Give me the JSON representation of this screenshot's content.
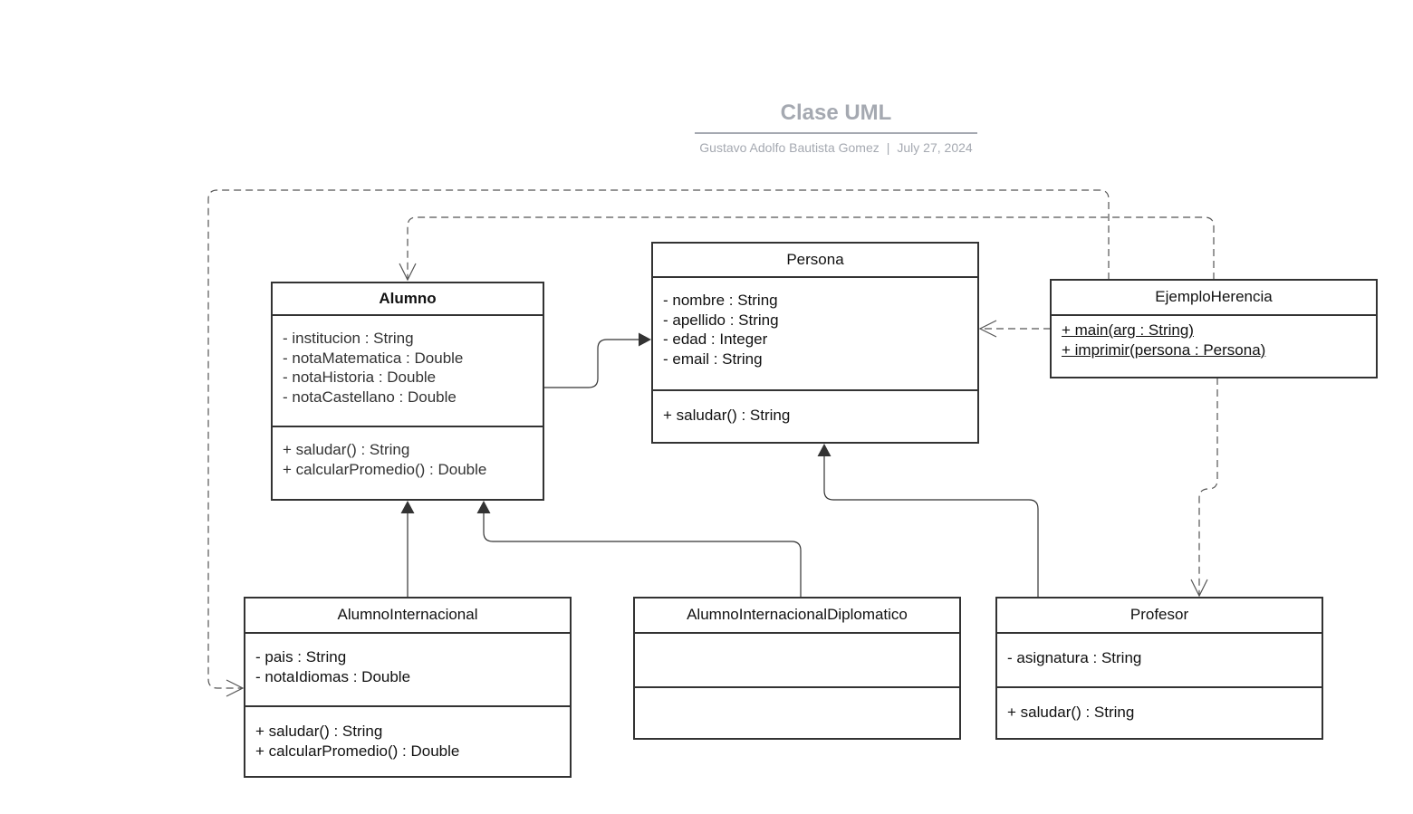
{
  "header": {
    "title": "Clase UML",
    "author": "Gustavo Adolfo Bautista Gomez",
    "separator": "|",
    "date": "July 27, 2024"
  },
  "classes": {
    "alumno": {
      "name": "Alumno",
      "attributes": [
        "- institucion : String",
        "- notaMatematica : Double",
        "- notaHistoria : Double",
        "- notaCastellano : Double"
      ],
      "methods": [
        "+ saludar() : String",
        "+ calcularPromedio() : Double"
      ]
    },
    "persona": {
      "name": "Persona",
      "attributes": [
        "- nombre : String",
        "- apellido : String",
        "- edad : Integer",
        "- email : String"
      ],
      "methods": [
        "+ saludar() : String"
      ]
    },
    "ejemploHerencia": {
      "name": "EjemploHerencia",
      "methods": [
        "+ main(arg : String)",
        "+ imprimir(persona :  Persona)"
      ]
    },
    "alumnoInternacional": {
      "name": "AlumnoInternacional",
      "attributes": [
        "- pais : String",
        "- notaIdiomas : Double"
      ],
      "methods": [
        "+ saludar() : String",
        "+ calcularPromedio() : Double"
      ]
    },
    "alumnoInternacionalDiplomatico": {
      "name": "AlumnoInternacionalDiplomatico",
      "attributes": [],
      "methods": []
    },
    "profesor": {
      "name": "Profesor",
      "attributes": [
        "- asignatura : String"
      ],
      "methods": [
        "+ saludar() : String"
      ]
    }
  },
  "relationships": [
    {
      "from": "Alumno",
      "to": "Persona",
      "kind": "generalization"
    },
    {
      "from": "AlumnoInternacional",
      "to": "Alumno",
      "kind": "generalization"
    },
    {
      "from": "AlumnoInternacionalDiplomatico",
      "to": "Alumno",
      "kind": "generalization"
    },
    {
      "from": "Profesor",
      "to": "Persona",
      "kind": "generalization"
    },
    {
      "from": "EjemploHerencia",
      "to": "Persona",
      "kind": "dependency"
    },
    {
      "from": "EjemploHerencia",
      "to": "Alumno",
      "kind": "dependency"
    },
    {
      "from": "EjemploHerencia",
      "to": "AlumnoInternacional",
      "kind": "dependency"
    },
    {
      "from": "EjemploHerencia",
      "to": "Profesor",
      "kind": "dependency"
    }
  ],
  "colors": {
    "header_text": "#a5a9b1",
    "class_border": "#333333",
    "generalization_line": "#333333",
    "dependency_line": "#555555"
  }
}
